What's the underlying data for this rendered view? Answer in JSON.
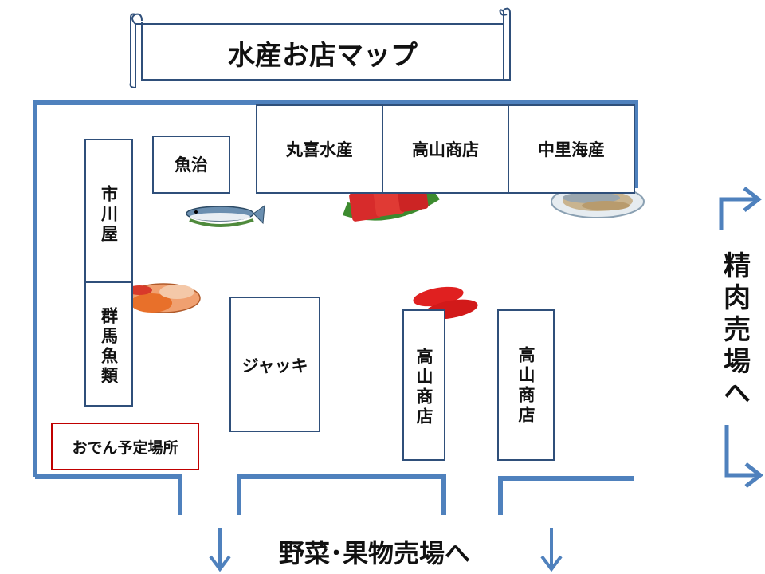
{
  "title": "水産お店マップ",
  "shops": {
    "ichikawaya": "市川屋",
    "gunma_gyorui": "群馬魚類",
    "uoji": "魚治",
    "marukisuisan": "丸喜水産",
    "takayama_top": "高山商店",
    "nakazato": "中里海産",
    "jakki": "ジャッキ",
    "takayama_mid": "高山商店",
    "takayama_right": "高山商店"
  },
  "oden_area": "おでん予定場所",
  "directions": {
    "meat": "精肉売場へ",
    "vegetables": "野菜･果物売場へ"
  },
  "colors": {
    "wall": "#4f81bd",
    "box_border": "#2f4f7a",
    "oden_border": "#c00000"
  }
}
